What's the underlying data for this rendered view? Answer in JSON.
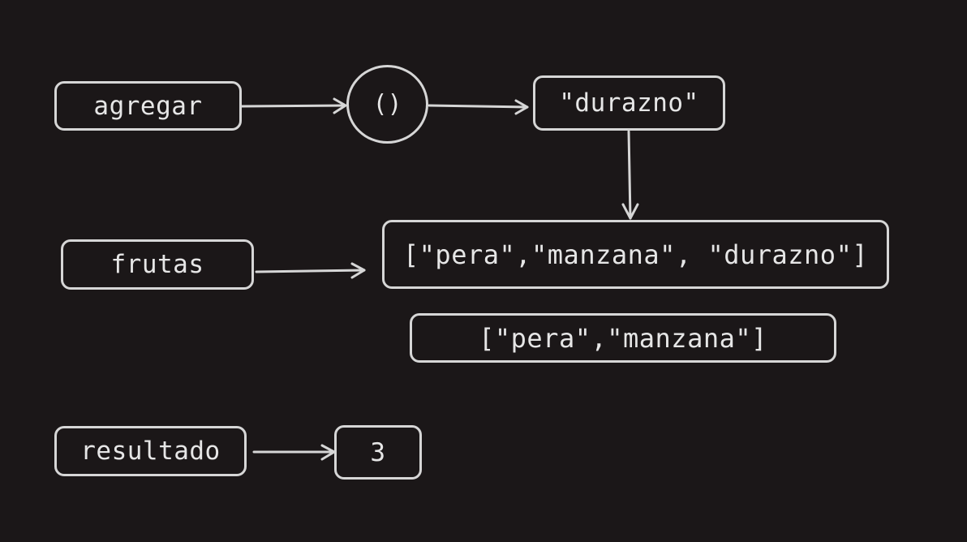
{
  "nodes": {
    "agregar": "agregar",
    "call": "()",
    "durazno": "\"durazno\"",
    "frutas": "frutas",
    "new_array": "[\"pera\",\"manzana\", \"durazno\"]",
    "old_array": "[\"pera\",\"manzana\"]",
    "resultado": "resultado",
    "result_value": "3"
  },
  "colors": {
    "background": "#1b1718",
    "stroke": "#d6d6d6",
    "text": "#e6e6e6"
  }
}
